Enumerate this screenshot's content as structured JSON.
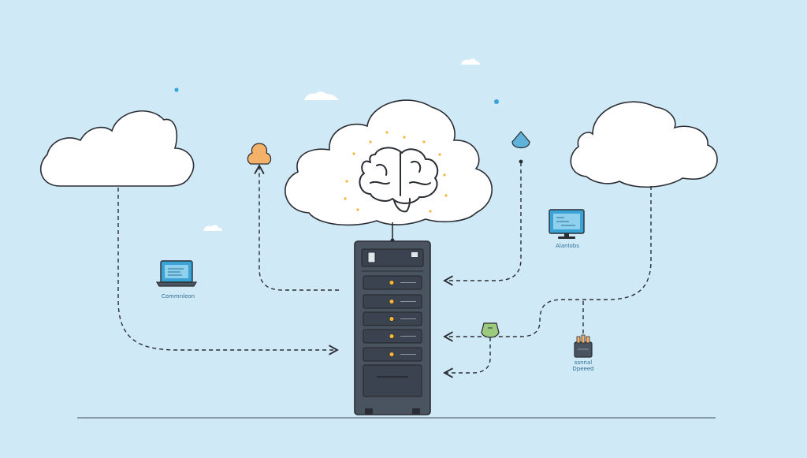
{
  "labels": {
    "left_device": "Commnleon",
    "right_device": "Alanlobs",
    "box_device_line1": "ssnnal",
    "box_device_line2": "Dpeeed"
  },
  "colors": {
    "background": "#cfe9f6",
    "outline": "#2a2d33",
    "server_body": "#4a5461",
    "server_panel": "#3a434f",
    "led": "#f2b63a",
    "cloud_fill": "#ffffff",
    "brain_dots": "#f2b63a",
    "orange_pin": "#f3b16a",
    "blue_pin": "#5fb3d9",
    "green_pin": "#9ccb80",
    "screen_blue": "#3aa3d6",
    "label_text": "#2f6f95"
  },
  "icons": [
    "cloud-icon",
    "brain-icon",
    "server-tower-icon",
    "laptop-icon",
    "monitor-icon",
    "storage-box-icon",
    "map-pin-icon",
    "shield-node-icon"
  ]
}
